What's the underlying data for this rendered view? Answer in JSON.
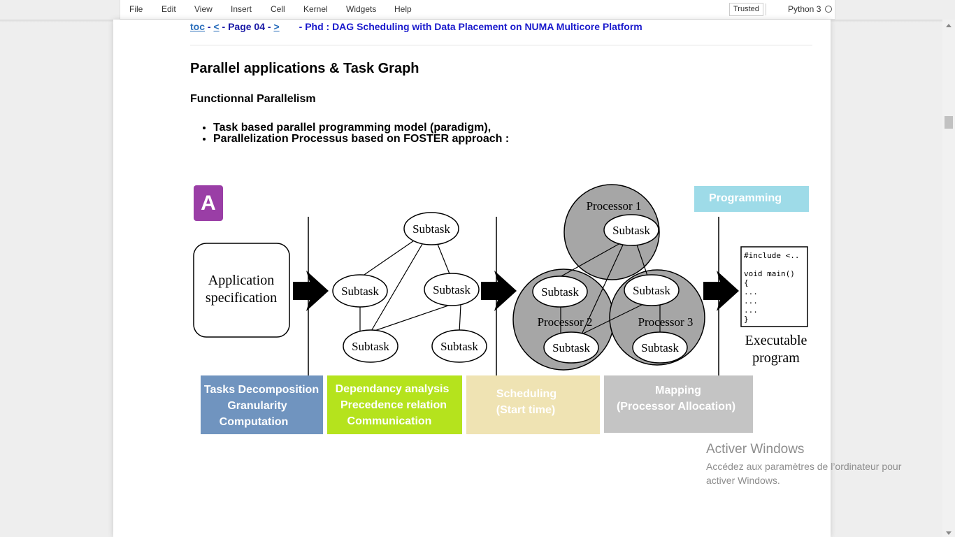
{
  "menubar": {
    "items": [
      "File",
      "Edit",
      "View",
      "Insert",
      "Cell",
      "Kernel",
      "Widgets",
      "Help"
    ],
    "trusted": "Trusted",
    "kernel_name": "Python 3"
  },
  "nav": {
    "toc": "toc",
    "sep1": " - ",
    "prev": "<",
    "page": " - Page 04 - ",
    "next": ">",
    "title": "- Phd : DAG Scheduling with Data Placement on NUMA Multicore Platform"
  },
  "content": {
    "heading": "Parallel applications & Task Graph",
    "subheading": "Functionnal Parallelism",
    "bullets": [
      "Task based parallel programming model (paradigm),",
      "Parallelization Processus based on FOSTER approach :"
    ]
  },
  "figure": {
    "badge": "A",
    "programming": "Programming",
    "app_spec": [
      "Application",
      "specification"
    ],
    "subtask": "Subtask",
    "processor1": "Processor 1",
    "processor2": "Processor 2",
    "processor3": "Processor 3",
    "code_lines": [
      "#include <..",
      "",
      "void main()",
      "{",
      "...",
      "...",
      "...",
      "}"
    ],
    "executable": [
      "Executable",
      "program"
    ],
    "stages": [
      {
        "lines": [
          "Tasks Decomposition",
          "Granularity",
          "Computation"
        ],
        "color": "#7094bf"
      },
      {
        "lines": [
          "Dependancy analysis",
          "Precedence relation",
          "Communication"
        ],
        "color": "#b5e31d"
      },
      {
        "lines": [
          "Scheduling",
          "(Start time)"
        ],
        "color": "#efe3b3"
      },
      {
        "lines": [
          "Mapping",
          "(Processor Allocation)"
        ],
        "color": "#c4c4c4"
      }
    ],
    "badge_color": "#9a3ea6",
    "programming_color": "#9edbe8"
  },
  "watermark": {
    "line1": "Activer Windows",
    "line2": "Accédez aux paramètres de l’ordinateur pour activer Windows."
  }
}
